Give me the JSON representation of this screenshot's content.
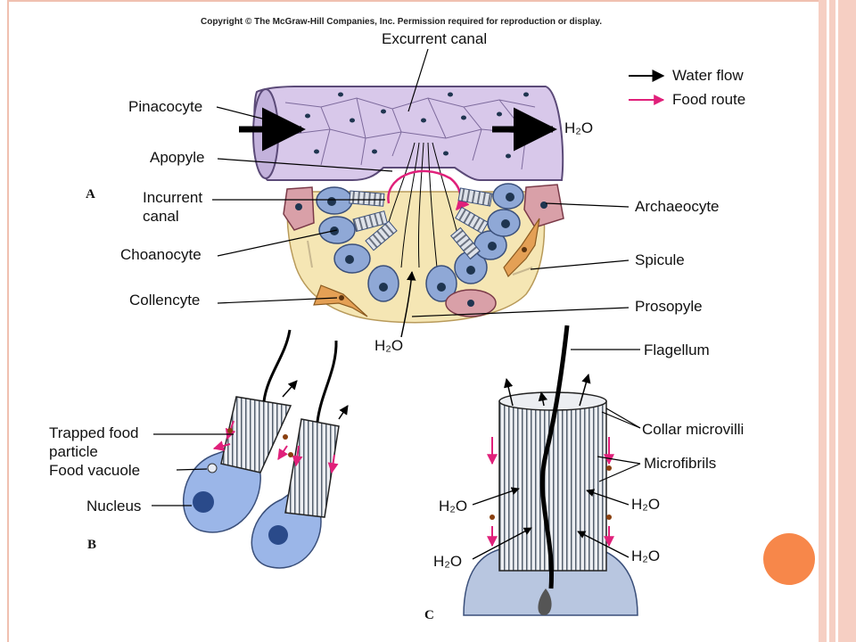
{
  "copyright": "Copyright © The McGraw-Hill Companies, Inc. Permission required for reproduction or display.",
  "panels": {
    "a": "A",
    "b": "B",
    "c": "C"
  },
  "legend": {
    "water_flow": "Water flow",
    "food_route": "Food route",
    "water_color": "#000000",
    "food_color": "#e0207a"
  },
  "panel_a": {
    "excurrent_canal": "Excurrent canal",
    "pinacocyte": "Pinacocyte",
    "apopyle": "Apopyle",
    "incurrent_canal_1": "Incurrent",
    "incurrent_canal_2": "canal",
    "choanocyte": "Choanocyte",
    "collencyte": "Collencyte",
    "archaeocyte": "Archaeocyte",
    "spicule": "Spicule",
    "prosopyle": "Prosopyle",
    "water_out": "H₂O",
    "water_in": "H₂O"
  },
  "panel_b": {
    "trapped_food_1": "Trapped food",
    "trapped_food_2": "particle",
    "food_vacuole": "Food vacuole",
    "nucleus": "Nucleus"
  },
  "panel_c": {
    "flagellum": "Flagellum",
    "collar_microvilli": "Collar microvilli",
    "microfibrils": "Microfibrils",
    "water_left_upper": "H₂O",
    "water_left_lower": "H₂O",
    "water_right_upper": "H₂O",
    "water_right_lower": "H₂O"
  }
}
